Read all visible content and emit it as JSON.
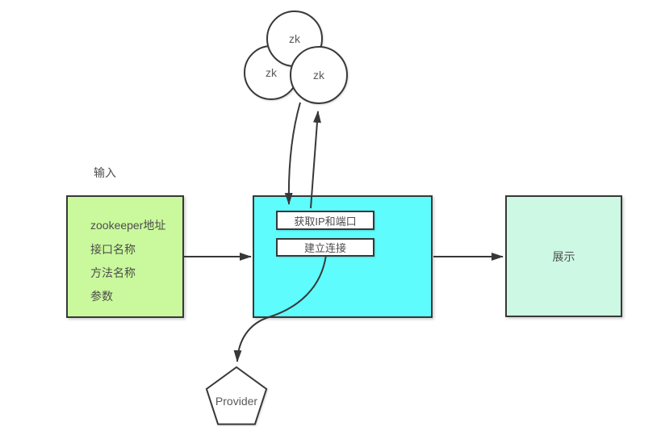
{
  "diagram": {
    "zk_cluster": {
      "nodes": [
        "zk",
        "zk",
        "zk"
      ]
    },
    "input": {
      "title": "输入",
      "fields": [
        "zookeeper地址",
        "接口名称",
        "方法名称",
        "参数"
      ]
    },
    "process": {
      "steps": [
        "获取IP和端口",
        "建立连接"
      ]
    },
    "display": {
      "label": "展示"
    },
    "provider": {
      "label": "Provider"
    }
  },
  "colors": {
    "input_fill": "#c9f99c",
    "process_fill": "#5efcfc",
    "display_fill": "#cdf8e4",
    "node_fill": "#ffffff",
    "stroke": "#383838",
    "text": "#4d4d4d"
  }
}
